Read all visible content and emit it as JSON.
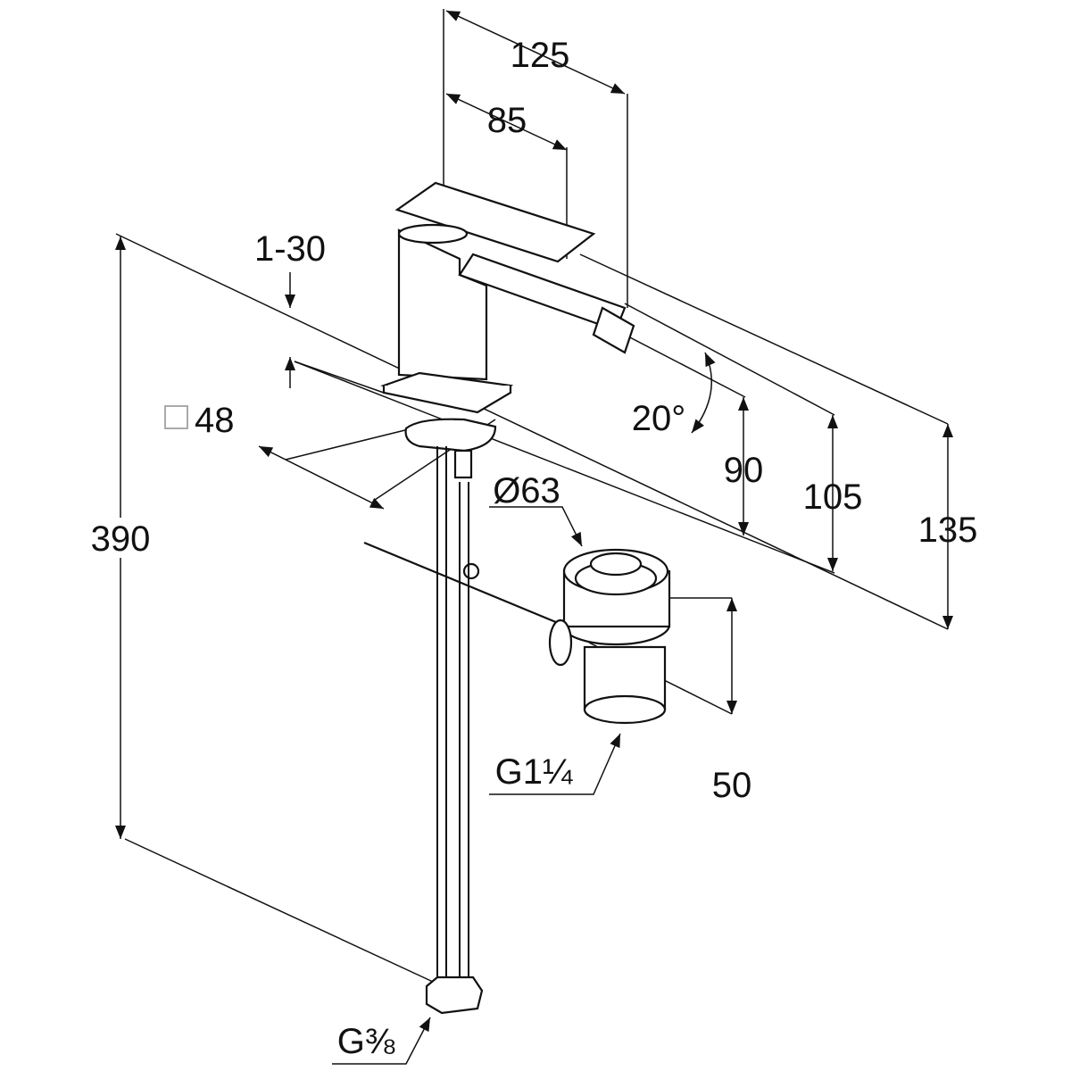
{
  "title": "Bidet mixer dimension drawing",
  "dimensions": {
    "overall_reach": "125",
    "lever_length": "85",
    "deck_thickness": "1-30",
    "base_square": "48",
    "spout_angle": "20°",
    "height_90": "90",
    "height_105": "105",
    "height_135": "135",
    "total_height": "390",
    "waste_diameter": "Ø63",
    "waste_thread": "G1¼",
    "waste_height": "50",
    "supply_thread": "G⅜"
  }
}
